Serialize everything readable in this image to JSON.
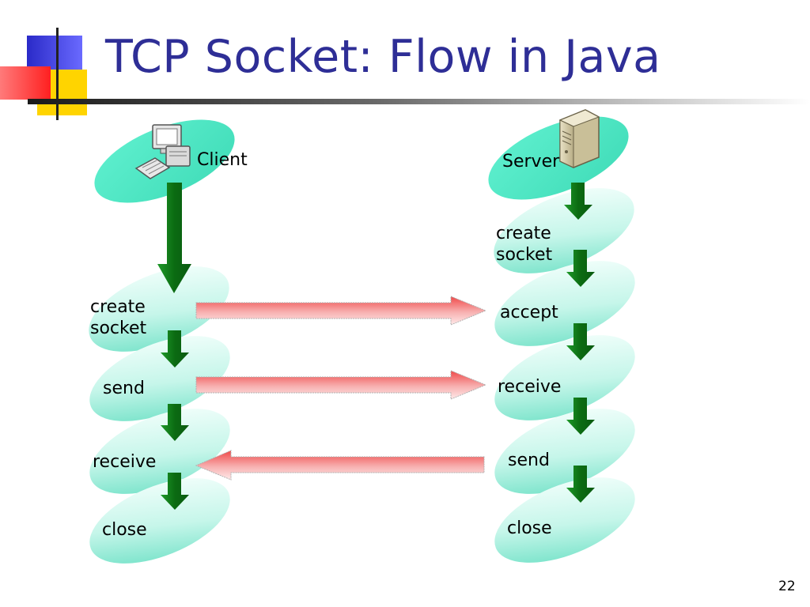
{
  "slide": {
    "title": "TCP Socket: Flow in Java",
    "page_number": "22"
  },
  "client": {
    "header": "Client",
    "steps": [
      {
        "line1": "create",
        "line2": "socket"
      },
      {
        "line1": "send"
      },
      {
        "line1": "receive"
      },
      {
        "line1": "close"
      }
    ]
  },
  "server": {
    "header": "Server",
    "steps": [
      {
        "line1": "create",
        "line2": "socket"
      },
      {
        "line1": "accept"
      },
      {
        "line1": "receive"
      },
      {
        "line1": "send"
      },
      {
        "line1": "close"
      }
    ]
  },
  "colors": {
    "title": "#2e2e96",
    "header_ellipse": "#4de8c4",
    "step_ellipse_light": "#f2fffb",
    "step_ellipse_dark": "#7fe6cd",
    "down_arrow": "#0b6b12",
    "message_arrow": "#f06a6a",
    "logo_blue": "#3535d0",
    "logo_yellow": "#ffd400",
    "logo_red": "#ff3333"
  },
  "icons": {
    "client": "desktop-computer-icon",
    "server": "server-tower-icon",
    "logo": "slide-logo-squares"
  }
}
